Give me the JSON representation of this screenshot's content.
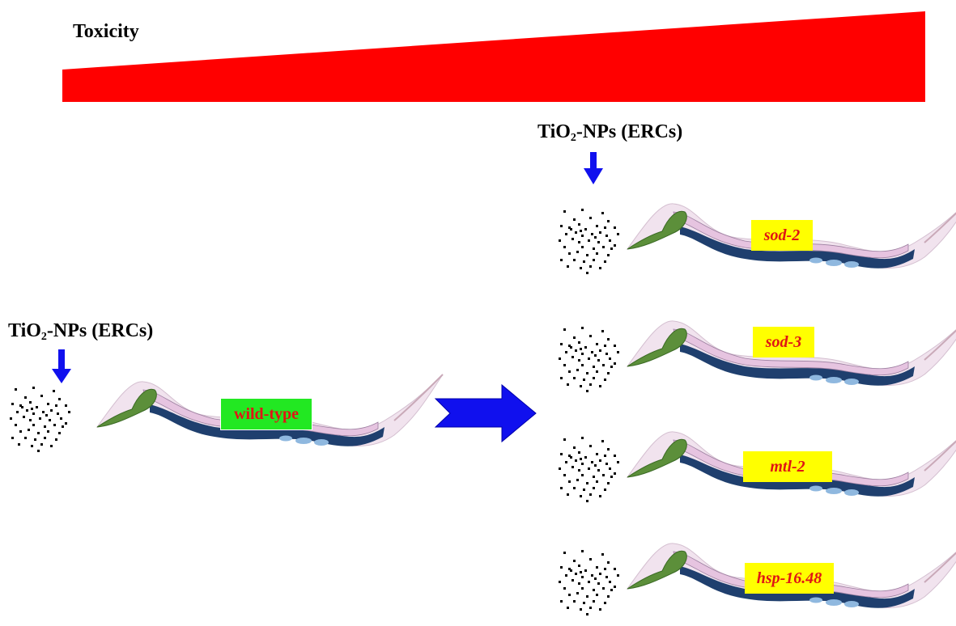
{
  "toxicity": {
    "title": "Toxicity",
    "wedge_color": "#ff0000"
  },
  "exposure": {
    "agent_prefix": "TiO",
    "agent_subscript": "2",
    "agent_suffix": "-NPs (ERCs)"
  },
  "wild_type": {
    "label": "wild-type",
    "box_color": "#22e822"
  },
  "mutants": [
    {
      "label": "sod-2"
    },
    {
      "label": "sod-3"
    },
    {
      "label": "mtl-2"
    },
    {
      "label": "hsp-16.48"
    }
  ],
  "colors": {
    "arrow": "#1010ee",
    "mutant_box": "#ffff00",
    "gene_text": "#e01515",
    "worm_body": "#e6c4e0",
    "worm_gut": "#1f3f6e",
    "worm_pharynx": "#5c8f3a",
    "particles": "#000000"
  },
  "icons": [
    "down-arrow-icon",
    "right-arrow-icon",
    "nanoparticle-cluster-icon",
    "c-elegans-worm-icon"
  ]
}
